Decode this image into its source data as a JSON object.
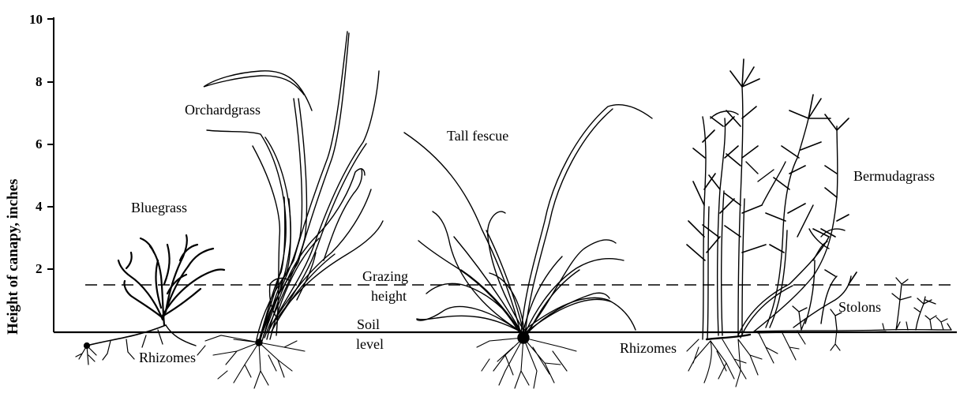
{
  "axis": {
    "label": "Height of canapy, inches",
    "ticks": [
      "10",
      "8",
      "6",
      "4",
      "2"
    ]
  },
  "labels": {
    "orchardgrass": "Orchardgrass",
    "tall_fescue": "Tall fescue",
    "bluegrass": "Bluegrass",
    "bermudagrass": "Bermudagrass",
    "grazing_1": "Grazing",
    "grazing_2": "height",
    "soil_1": "Soil",
    "soil_2": "level",
    "rhizomes_left": "Rhizomes",
    "rhizomes_right": "Rhizomes",
    "stolons": "Stolons"
  },
  "colors": {
    "ink": "#000000",
    "background": "#ffffff"
  }
}
